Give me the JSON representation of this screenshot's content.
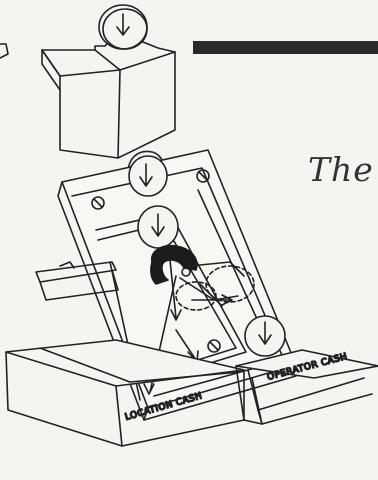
{
  "heading": {
    "partial_title": "The"
  },
  "boxes": {
    "left_label": "LOCATION CASH",
    "right_label": "OPERATOR CASH"
  },
  "icons": {
    "coin": "coin-arrow-down-icon",
    "screw": "screw-head-icon"
  },
  "colors": {
    "ink": "#222222",
    "paper": "#f4f4f1",
    "bar": "#2a2a2a"
  }
}
